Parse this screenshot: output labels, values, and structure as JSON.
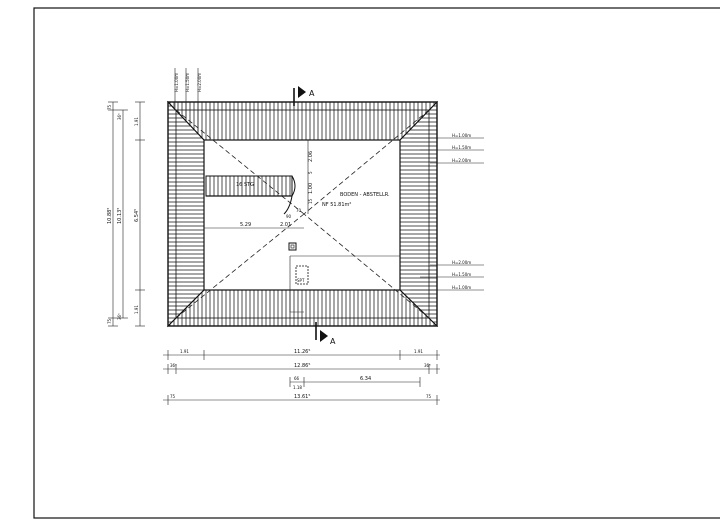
{
  "plan": {
    "room_name": "BODEN - ABSTELLR.",
    "room_area": "NF    51.81m²",
    "stair_label": "16 STG",
    "spt_label": "SPT"
  },
  "section": {
    "top_label": "A",
    "bottom_label": "A"
  },
  "roof_heights": {
    "top": [
      "H=1.00m",
      "H=1.50m",
      "H=2.00m"
    ],
    "right_upper": [
      "H=1.00m",
      "H=1.50m",
      "H=2.00m"
    ],
    "right_lower": [
      "H=2.00m",
      "H=1.50m",
      "H=1.00m"
    ]
  },
  "dims_interior": {
    "d_206": "2.06",
    "d_100": "1.00",
    "d_5": "5",
    "d_15": "15",
    "d_70": "70",
    "d_90": "90",
    "d_529": "5.29",
    "d_201": "2.01"
  },
  "dims_left": {
    "c1": [
      "75",
      "10.88⁵",
      "75"
    ],
    "c2": [
      "36⁵",
      "10.13⁵",
      "36⁵"
    ],
    "c3": [
      "1.91",
      "6.54⁵",
      "1.91"
    ]
  },
  "dims_bottom": {
    "r1": [
      "1.91",
      "11.26⁵",
      "1.91"
    ],
    "r2": [
      "36⁵",
      "12.86⁵",
      "36⁵"
    ],
    "r3a": [
      "66",
      "6.34"
    ],
    "r3b": "1.18",
    "r4": [
      "75",
      "13.61⁵",
      "75"
    ]
  }
}
